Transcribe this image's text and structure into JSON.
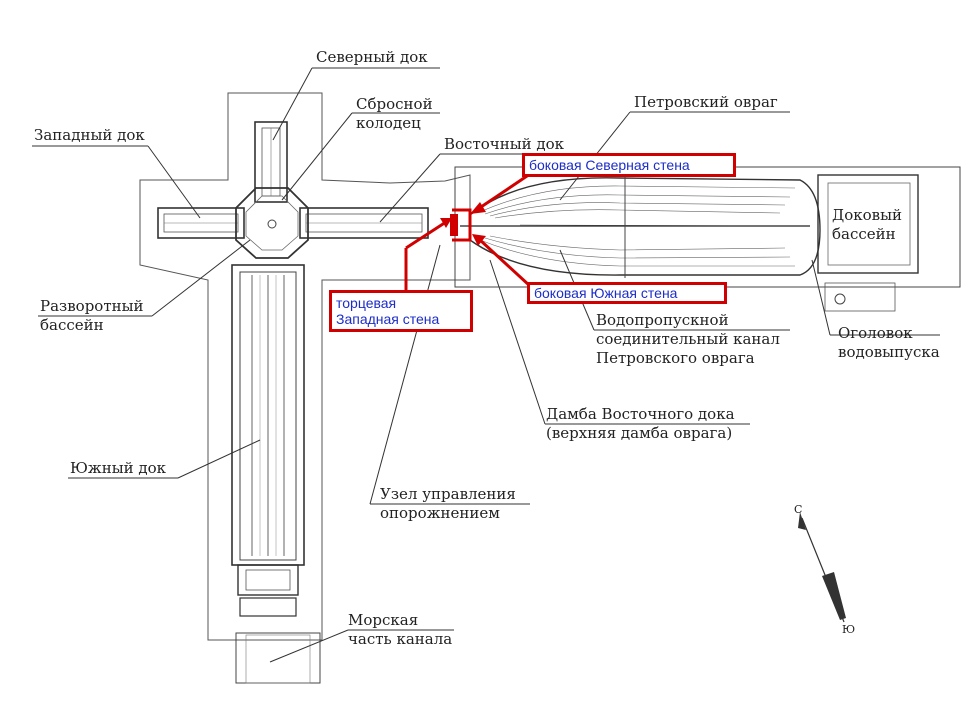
{
  "labels": {
    "north_dock": "Северный док",
    "drain_well": [
      "Сбросной",
      "колодец"
    ],
    "west_dock": "Западный док",
    "east_dock": "Восточный док",
    "petrovsky_ravine": "Петровский овраг",
    "dock_basin": [
      "Доковый",
      "бассейн"
    ],
    "turning_basin": [
      "Разворотный",
      "бассейн"
    ],
    "culvert_channel": [
      "Водопропускной",
      "соединительный канал",
      "Петровского оврага"
    ],
    "outlet_head": [
      "Оголовок",
      "водовыпуска"
    ],
    "east_dock_dam": [
      "Дамба Восточного дока",
      "(верхняя дамба оврага)"
    ],
    "south_dock": "Южный док",
    "drain_control_node": [
      "Узел управления",
      "опорожнением"
    ],
    "sea_channel": [
      "Морская",
      "часть канала"
    ]
  },
  "callouts": {
    "north_wall": "боковая Северная стена",
    "south_wall": "боковая Южная стена",
    "west_end_wall": [
      "торцевая",
      "Западная стена"
    ]
  },
  "compass": {
    "north": "С",
    "south": "Ю"
  },
  "colors": {
    "callout_border": "#d10000",
    "callout_text": "#1d2dc8",
    "line": "#333333"
  }
}
